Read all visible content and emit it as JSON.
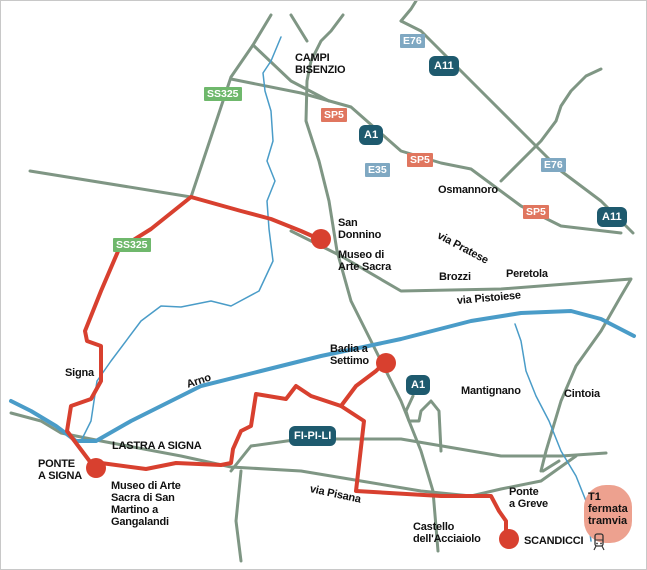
{
  "map": {
    "colors": {
      "road": "#7f9684",
      "river": "#4a9cc8",
      "route": "#d8402f",
      "stop": "#d8402f",
      "motorway_badge": "#1e5a6e",
      "ss_badge": "#6fb86c",
      "sp_badge": "#e0765f",
      "e_badge": "#7fa8c2",
      "tram_stop": "#eda18f"
    },
    "places": [
      {
        "id": "campi-bisenzio",
        "label": "CAMPI\nBISENZIO"
      },
      {
        "id": "osmannoro",
        "label": "Osmannoro"
      },
      {
        "id": "brozzi",
        "label": "Brozzi"
      },
      {
        "id": "peretola",
        "label": "Peretola"
      },
      {
        "id": "signa",
        "label": "Signa"
      },
      {
        "id": "lastra-a-signa",
        "label": "LASTRA A SIGNA"
      },
      {
        "id": "ponte-a-signa",
        "label": "PONTE\nA SIGNA"
      },
      {
        "id": "mantignano",
        "label": "Mantignano"
      },
      {
        "id": "cintoia",
        "label": "Cintoia"
      },
      {
        "id": "ponte-a-greve",
        "label": "Ponte\na Greve"
      },
      {
        "id": "castello-acciaiolo",
        "label": "Castello\ndell'Acciaiolo"
      },
      {
        "id": "scandicci",
        "label": "SCANDICCI"
      }
    ],
    "stops": [
      {
        "id": "san-donnino",
        "label": "San\nDonnino",
        "sublabel": "Museo di\nArte Sacra"
      },
      {
        "id": "badia-a-settimo",
        "label": "Badia a\nSettimo"
      },
      {
        "id": "ponte-a-signa-museum",
        "label": "Museo di Arte\nSacra di San\nMartino a\nGangalandi"
      },
      {
        "id": "scandicci-stop",
        "label": ""
      }
    ],
    "roads": {
      "via_pratese": "via Pratese",
      "via_pistoiese": "via Pistoiese",
      "via_pisana": "via Pisana"
    },
    "river": {
      "arno": "Arno"
    },
    "badges": {
      "ss325_top": "SS325",
      "ss325_bottom": "SS325",
      "sp5_1": "SP5",
      "sp5_2": "SP5",
      "sp5_3": "SP5",
      "e76_top": "E76",
      "e76_right": "E76",
      "e35": "E35",
      "a1_top": "A1",
      "a1_bottom": "A1",
      "a11_top": "A11",
      "a11_right": "A11",
      "fipili": "FI-PI-LI"
    },
    "tram": {
      "label": "T1\nfermata\ntramvia",
      "icon": "tram-icon"
    }
  }
}
